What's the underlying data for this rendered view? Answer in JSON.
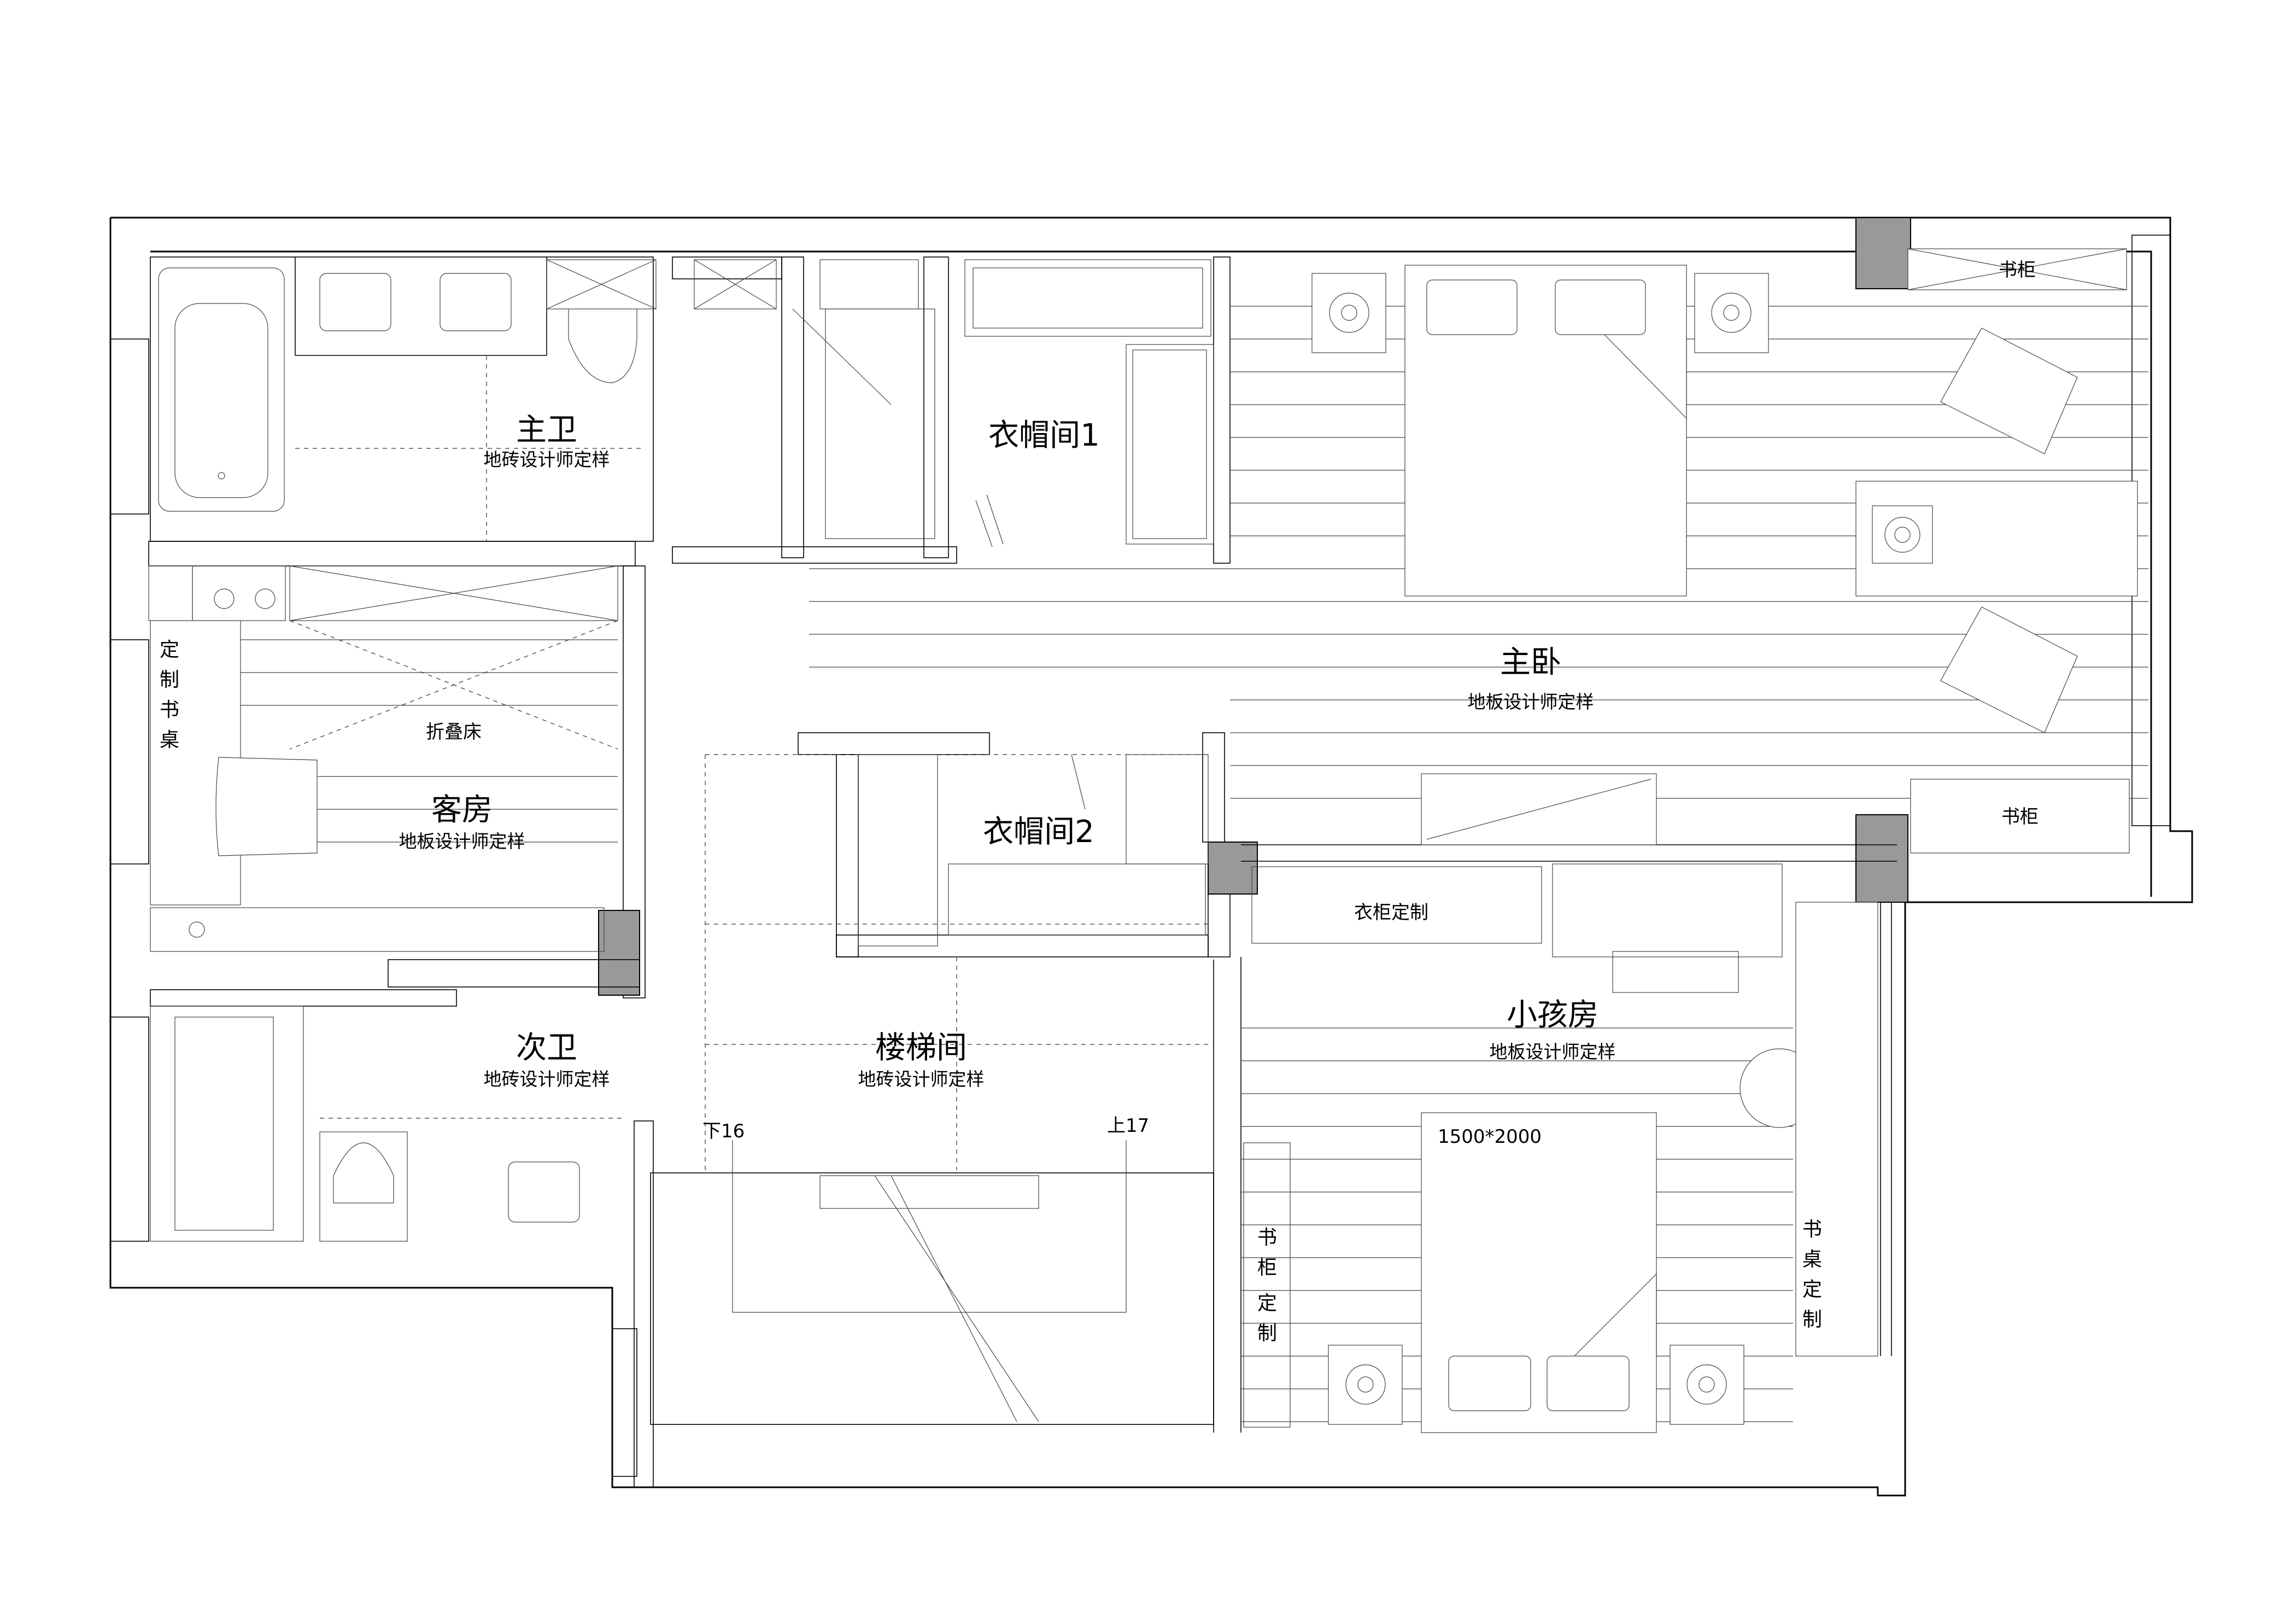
{
  "rooms": {
    "master_bath": {
      "name": "主卫",
      "floor": "地砖设计师定样"
    },
    "walkin_closet_1": {
      "name": "衣帽间1"
    },
    "master_bedroom": {
      "name": "主卧",
      "floor": "地板设计师定样"
    },
    "guest_room": {
      "name": "客房",
      "floor": "地板设计师定样"
    },
    "walkin_closet_2": {
      "name": "衣帽间2"
    },
    "second_bath": {
      "name": "次卫",
      "floor": "地砖设计师定样"
    },
    "stairwell": {
      "name": "楼梯间",
      "floor": "地砖设计师定样"
    },
    "kids_room": {
      "name": "小孩房",
      "floor": "地板设计师定样"
    }
  },
  "furniture": {
    "bookcase_top": "书柜",
    "bookcase_mid": "书柜",
    "folding_bed": "折叠床",
    "wardrobe_custom": "衣柜定制",
    "custom_desk": [
      "定",
      "制",
      "书",
      "桌"
    ],
    "bookcase_custom": [
      "书",
      "柜",
      "定",
      "制"
    ],
    "desk_custom": [
      "书",
      "桌",
      "定",
      "制"
    ],
    "bed_size": "1500*2000"
  },
  "stairs": {
    "down": "下16",
    "up": "上17"
  },
  "colors": {
    "line": "#000000",
    "background": "#ffffff",
    "wall_fill": "#999999"
  }
}
